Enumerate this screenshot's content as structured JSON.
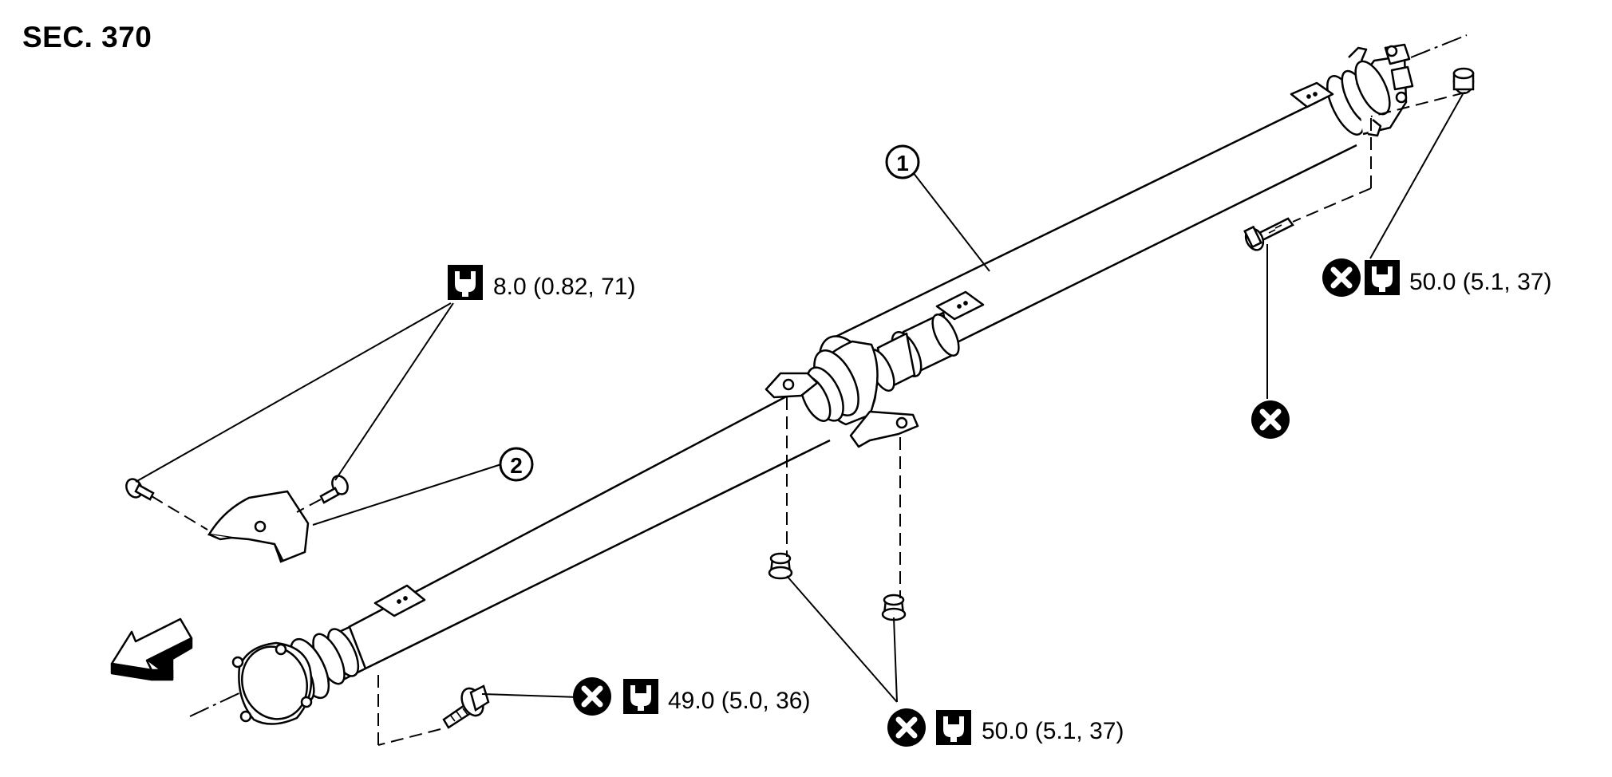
{
  "section_label": "SEC. 370",
  "callouts": {
    "part_1": "1",
    "part_2": "2"
  },
  "torque_specs": {
    "heat_insulator_bolt": "8.0 (0.82, 71)",
    "rear_flange_nut": "50.0 (5.1, 37)",
    "front_flange_bolt": "49.0 (5.0, 36)",
    "center_bearing_nut": "50.0 (5.1, 37)"
  },
  "icons": {
    "torque": "torque-wrench-icon",
    "non_reusable": "do-not-reuse-icon",
    "front_direction": "front-arrow-icon"
  },
  "colors": {
    "line": "#000000",
    "background": "#ffffff"
  }
}
